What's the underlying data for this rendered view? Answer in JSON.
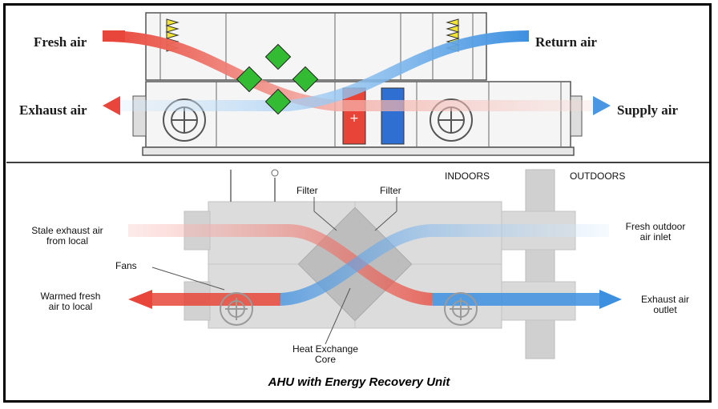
{
  "top_diagram": {
    "fresh_air": "Fresh air",
    "return_air": "Return air",
    "exhaust_air": "Exhaust air",
    "supply_air": "Supply air"
  },
  "bottom_diagram": {
    "indoors": "INDOORS",
    "outdoors": "OUTDOORS",
    "filter_left": "Filter",
    "filter_right": "Filter",
    "stale_exhaust_line1": "Stale exhaust air",
    "stale_exhaust_line2": "from local",
    "fresh_outdoor_line1": "Fresh outdoor",
    "fresh_outdoor_line2": "air inlet",
    "fans": "Fans",
    "warmed_line1": "Warmed fresh",
    "warmed_line2": "air to local",
    "exhaust_outlet_line1": "Exhaust air",
    "exhaust_outlet_line2": "outlet",
    "core_line1": "Heat Exchange",
    "core_line2": "Core"
  },
  "caption": "AHU with Energy Recovery Unit",
  "colors": {
    "warm": "#e8463a",
    "cool": "#3d8fe0",
    "core": "#33bb33",
    "unit_gray": "#d6d6d6"
  }
}
